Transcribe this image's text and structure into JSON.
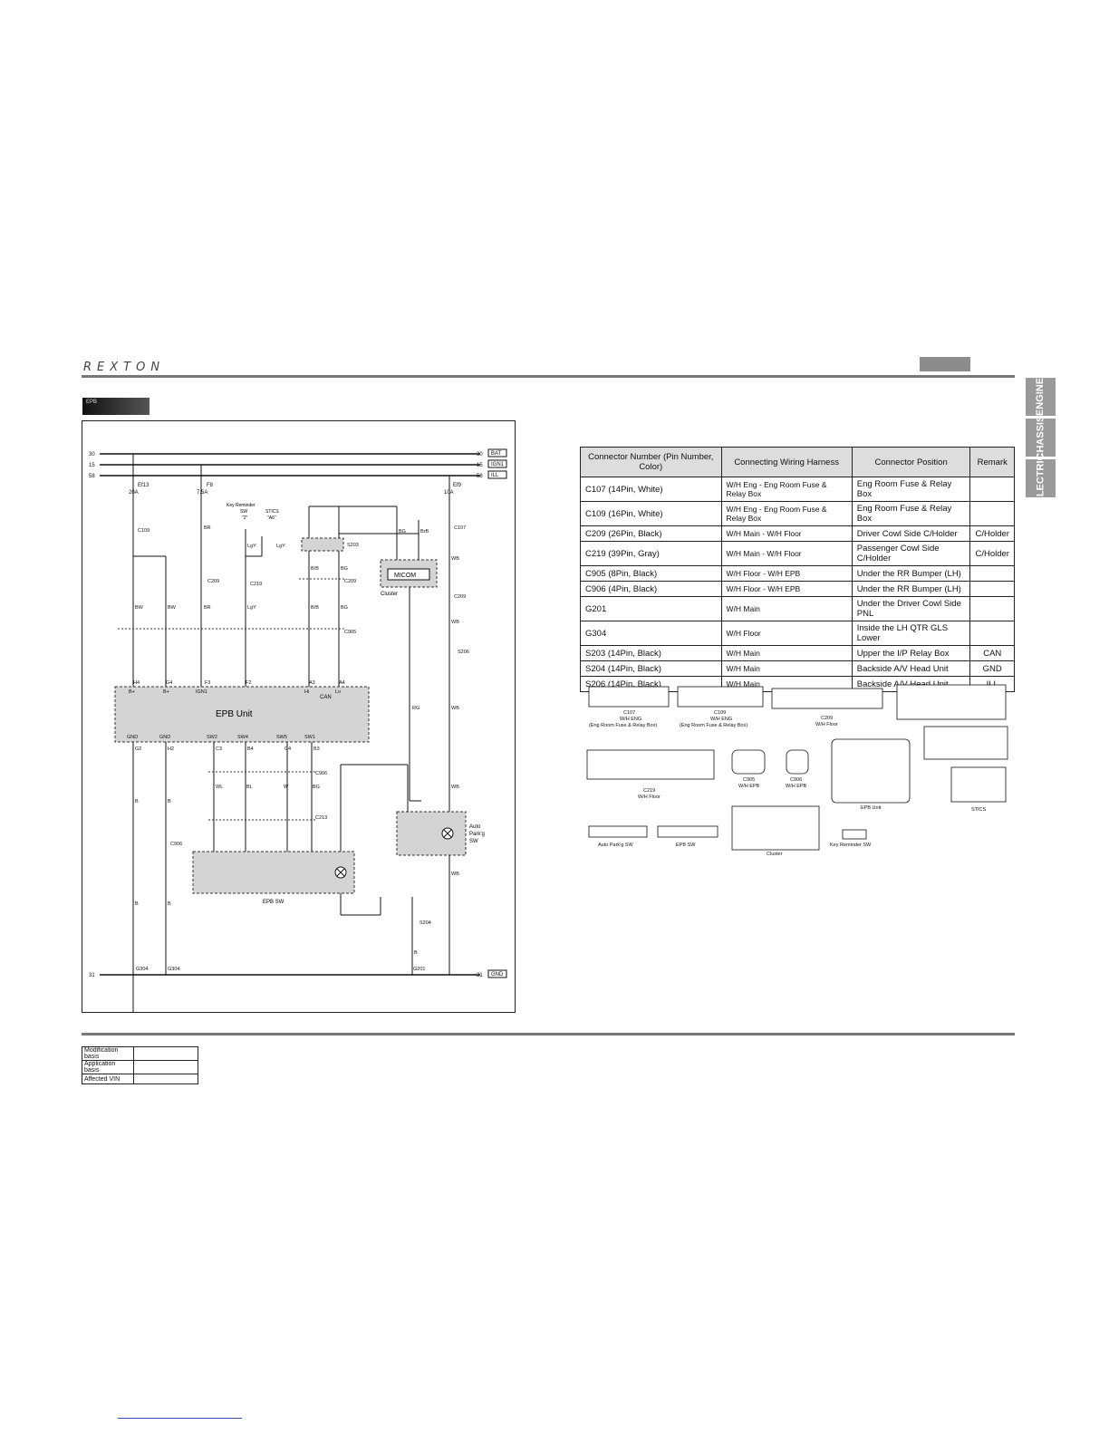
{
  "header": {
    "brand": "REXTON",
    "section_tag": "EPB"
  },
  "side_tabs": [
    "ENGINE",
    "CHASSIS",
    "ELECTRIC"
  ],
  "diagram": {
    "buses": [
      {
        "num": "30",
        "tag": "BAT"
      },
      {
        "num": "15",
        "tag": "IGN1"
      },
      {
        "num": "58",
        "tag": "ILL"
      }
    ],
    "gnd": {
      "num": "31",
      "tag": "GND"
    },
    "fuses": [
      "Ef13",
      "20A",
      "F8",
      "7.5A",
      "Ef9",
      "10A"
    ],
    "epb_unit": "EPB Unit",
    "epb_sw": "EPB SW",
    "micom": "MICOM",
    "cluster": "Cluster",
    "auto_parkg": [
      "Auto",
      "Park'g",
      "SW"
    ],
    "key_reminder": [
      "Key Reminder",
      "SW",
      "\"2\""
    ],
    "stics": [
      "STICS",
      "\"A6\""
    ],
    "unit_top_pins": [
      "B+",
      "B+",
      "IGN1",
      "Hi",
      "Lo"
    ],
    "unit_top_codes": [
      "H4",
      "G4",
      "F3",
      "F2",
      "A3",
      "A4"
    ],
    "unit_bottom_pins": [
      "GND",
      "GND",
      "SW2",
      "SW4",
      "SW5",
      "SW1"
    ],
    "unit_bottom_codes": [
      "G2",
      "H2",
      "C3",
      "B4",
      "C4",
      "B3"
    ],
    "can": "CAN",
    "connectors": [
      "C109",
      "C209",
      "C219",
      "C905",
      "C906",
      "C213",
      "S203",
      "S206",
      "S204",
      "C107"
    ],
    "grounds": [
      "G304",
      "G304",
      "G201"
    ],
    "wire_colors": [
      "BW",
      "BR",
      "LgY",
      "B/B",
      "BG",
      "B/B",
      "WB",
      "RG",
      "WL",
      "BL",
      "W",
      "B",
      "BrB"
    ]
  },
  "table": {
    "headers": [
      "Connector Number (Pin Number, Color)",
      "Connecting Wiring Harness",
      "Connector Position",
      "Remark"
    ],
    "rows": [
      [
        "C107 (14Pin, White)",
        "W/H Eng - Eng Room Fuse & Relay Box",
        "Eng Room Fuse & Relay Box",
        ""
      ],
      [
        "C109 (16Pin, White)",
        "W/H Eng - Eng Room Fuse & Relay Box",
        "Eng Room Fuse & Relay Box",
        ""
      ],
      [
        "C209 (26Pin, Black)",
        "W/H Main - W/H Floor",
        "Driver Cowl Side C/Holder",
        "C/Holder"
      ],
      [
        "C219 (39Pin, Gray)",
        "W/H Main - W/H Floor",
        "Passenger Cowl Side C/Holder",
        "C/Holder"
      ],
      [
        "C905 (8Pin, Black)",
        "W/H Floor - W/H EPB",
        "Under the RR Bumper (LH)",
        ""
      ],
      [
        "C906 (4Pin, Black)",
        "W/H Floor - W/H EPB",
        "Under the RR Bumper (LH)",
        ""
      ],
      [
        "G201",
        "W/H Main",
        "Under the Driver Cowl Side PNL",
        ""
      ],
      [
        "G304",
        "W/H Floor",
        "Inside the LH QTR GLS Lower",
        ""
      ],
      [
        "S203 (14Pin, Black)",
        "W/H Main",
        "Upper the I/P Relay Box",
        "CAN"
      ],
      [
        "S204 (14Pin, Black)",
        "W/H Main",
        "Backside A/V Head Unit",
        "GND"
      ],
      [
        "S206 (14Pin, Black)",
        "W/H Main",
        "Backside A/V Head Unit",
        "ILL"
      ]
    ]
  },
  "connector_views": [
    {
      "label": [
        "C107",
        "W/H ENG",
        "(Eng Room Fuse & Relay Box)"
      ]
    },
    {
      "label": [
        "C109",
        "W/H ENG",
        "(Eng Room Fuse & Relay Box)"
      ]
    },
    {
      "label": [
        "C209",
        "W/H Floor"
      ]
    },
    {
      "label": [
        "STICS"
      ]
    },
    {
      "label": [
        "C219",
        "W/H Floor"
      ]
    },
    {
      "label": [
        "C905",
        "W/H EPB"
      ]
    },
    {
      "label": [
        "C906",
        "W/H EPB"
      ]
    },
    {
      "label": [
        "EPB Unit"
      ]
    },
    {
      "label": [
        "Auto Park'g SW"
      ]
    },
    {
      "label": [
        "EPB SW"
      ]
    },
    {
      "label": [
        "Cluster"
      ]
    },
    {
      "label": [
        "Key Reminder SW"
      ]
    }
  ],
  "modification": {
    "rows": [
      "Modification basis",
      "Application basis",
      "Affected VIN"
    ]
  }
}
